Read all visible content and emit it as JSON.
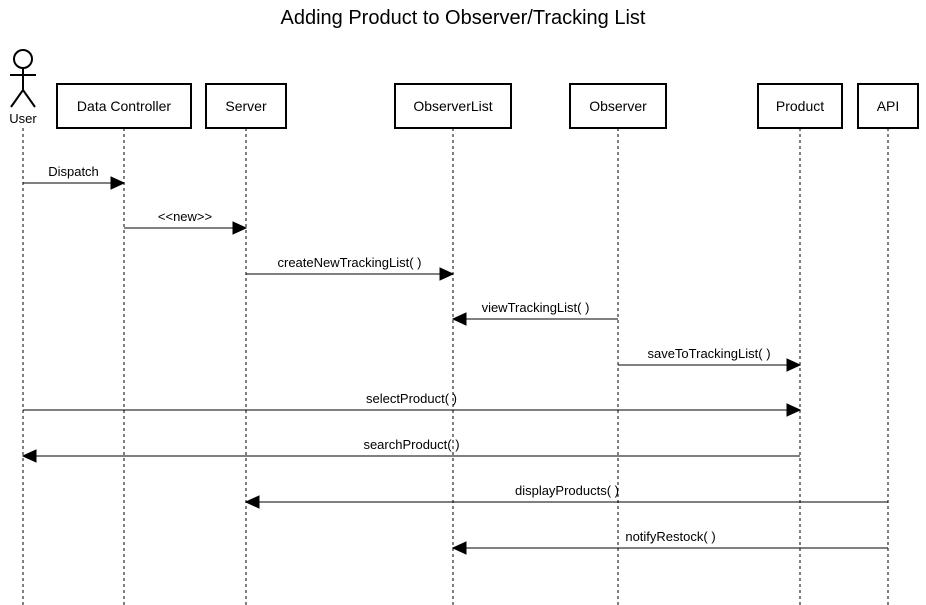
{
  "title": "Adding Product to Observer/Tracking List",
  "actor": {
    "label": "User"
  },
  "participants": [
    {
      "id": "user",
      "label": "User",
      "kind": "actor"
    },
    {
      "id": "datacontroller",
      "label": "Data Controller",
      "kind": "object"
    },
    {
      "id": "server",
      "label": "Server",
      "kind": "object"
    },
    {
      "id": "observerlist",
      "label": "ObserverList",
      "kind": "object"
    },
    {
      "id": "observer",
      "label": "Observer",
      "kind": "object"
    },
    {
      "id": "product",
      "label": "Product",
      "kind": "object"
    },
    {
      "id": "api",
      "label": "API",
      "kind": "object"
    }
  ],
  "messages": [
    {
      "from": "user",
      "to": "datacontroller",
      "label": "Dispatch"
    },
    {
      "from": "datacontroller",
      "to": "server",
      "label": "<<new>>"
    },
    {
      "from": "server",
      "to": "observerlist",
      "label": "createNewTrackingList( )"
    },
    {
      "from": "observer",
      "to": "observerlist",
      "label": "viewTrackingList( )"
    },
    {
      "from": "observer",
      "to": "product",
      "label": "saveToTrackingList( )"
    },
    {
      "from": "user",
      "to": "product",
      "label": "selectProduct( )"
    },
    {
      "from": "product",
      "to": "user",
      "label": "searchProduct( )"
    },
    {
      "from": "api",
      "to": "server",
      "label": "displayProducts( )"
    },
    {
      "from": "api",
      "to": "observerlist",
      "label": "notifyRestock( )"
    }
  ]
}
